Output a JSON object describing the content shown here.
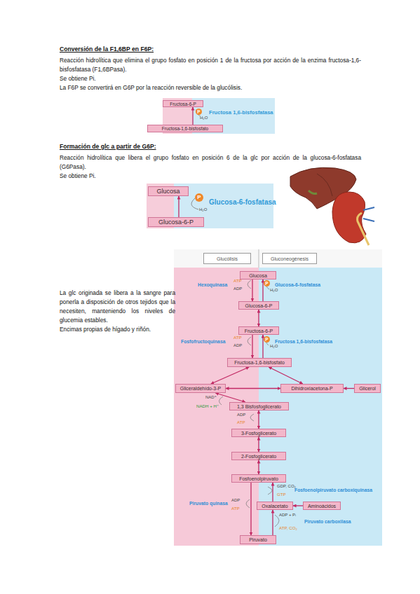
{
  "diagram": {
    "nodes": [
      {
        "text": [
          "Fructosa-6-P"
        ]
      },
      {
        "text": [
          "Fructosa-1,6-bisfosfato"
        ]
      },
      {
        "text": [
          "Glucosa"
        ]
      },
      {
        "text": [
          "Glucosa-6-P"
        ]
      },
      {
        "text": [
          "Glucólisis"
        ]
      },
      {
        "text": [
          "Gluconeogénesis"
        ]
      },
      {
        "text": [
          "Glucosa"
        ]
      },
      {
        "text": [
          "Glucosa-6-P"
        ]
      },
      {
        "text": [
          "Fructosa-6-P"
        ]
      },
      {
        "text": [
          "Fructosa-1,6-bisfosfato"
        ]
      },
      {
        "text": [
          "Gliceraldehído-3-P"
        ]
      },
      {
        "text": [
          "Dihidroxiacetona-P"
        ]
      },
      {
        "text": [
          "Glicerol"
        ]
      },
      {
        "text": [
          "1,3 Bisfosfoglicerato"
        ]
      },
      {
        "text": [
          "3-Fosfoglicerato"
        ]
      },
      {
        "text": [
          "2-Fosfoglicerato"
        ]
      },
      {
        "text": [
          "Fosfoenolpiruvato"
        ]
      },
      {
        "text": [
          "Oxalacetato"
        ]
      },
      {
        "text": [
          "Aminoácidos"
        ]
      },
      {
        "text": [
          "Piruvato"
        ]
      }
    ],
    "edges": [
      {
        "from": 1,
        "to": 0,
        "arrow": "to"
      },
      {
        "from": 3,
        "to": 2,
        "arrow": "to"
      },
      {
        "from": 6,
        "to": 7,
        "arrow": "to"
      },
      {
        "from": 7,
        "to": 6,
        "arrow": "to"
      },
      {
        "from": 7,
        "to": 8,
        "arrow": "both"
      },
      {
        "from": 8,
        "to": 9,
        "arrow": "to"
      },
      {
        "from": 9,
        "to": 8,
        "arrow": "to"
      },
      {
        "from": 9,
        "to": 10,
        "arrow": "both"
      },
      {
        "from": 9,
        "to": 11,
        "arrow": "both"
      },
      {
        "from": 10,
        "to": 11,
        "arrow": "both"
      },
      {
        "from": 12,
        "to": 11,
        "arrow": "to"
      },
      {
        "from": 10,
        "to": 13,
        "arrow": "both"
      },
      {
        "from": 13,
        "to": 14,
        "arrow": "both"
      },
      {
        "from": 14,
        "to": 15,
        "arrow": "both"
      },
      {
        "from": 15,
        "to": 16,
        "arrow": "both"
      },
      {
        "from": 16,
        "to": 19,
        "arrow": "to"
      },
      {
        "from": 19,
        "to": 17,
        "arrow": "to"
      },
      {
        "from": 17,
        "to": 16,
        "arrow": "to"
      },
      {
        "from": 18,
        "to": 17,
        "arrow": "to"
      }
    ],
    "labels": [
      "Conversión de la F1,6BP en F6P:",
      "Reacción hidrolítica que elimina el grupo fosfato en posición 1 de la fructosa por acción de la enzima fructosa-1,6-bisfosfatasa (F1,6BPasa).",
      "Se obtiene Pi.",
      "La F6P se convertirá en G6P por la reacción reversible de la glucólisis.",
      "P",
      "H₂O",
      "Fructosa 1,6-bisfosfatasa",
      "Formación de glc a partir de G6P:",
      "Reacción hidrolítica que libera el grupo fosfato en posición 6 de la glc por acción de la glucosa-6-fosfatasa (G6Pasa).",
      "Se obtiene Pi.",
      "P",
      "H₂O",
      "Glucosa-6-fosfatasa",
      "La glc originada se libera a la sangre para ponerla a disposición de otros tejidos que la necesiten, manteniendo los niveles de glucemia estables.",
      "Encimas propias de hígado y riñón.",
      "Hexoquinasa",
      "ATP",
      "ADP",
      "P",
      "H₂O",
      "Glucosa-6-fosfatasa",
      "Fosfofructoquinasa",
      "ATP",
      "ADP",
      "P",
      "H₂O",
      "Fructosa 1,6-bisfosfatasa",
      "NAD⁺",
      "NADH + H⁺",
      "ADP",
      "ATP",
      "GDP, CO₂",
      "GTP",
      "Fosfoenolpiruvato carboxiquinasa",
      "Piruvato quinasa",
      "ADP",
      "ATP",
      "ADP + Pᵢ",
      "ATP, CO₂",
      "Piruvato carboxilasa"
    ]
  }
}
